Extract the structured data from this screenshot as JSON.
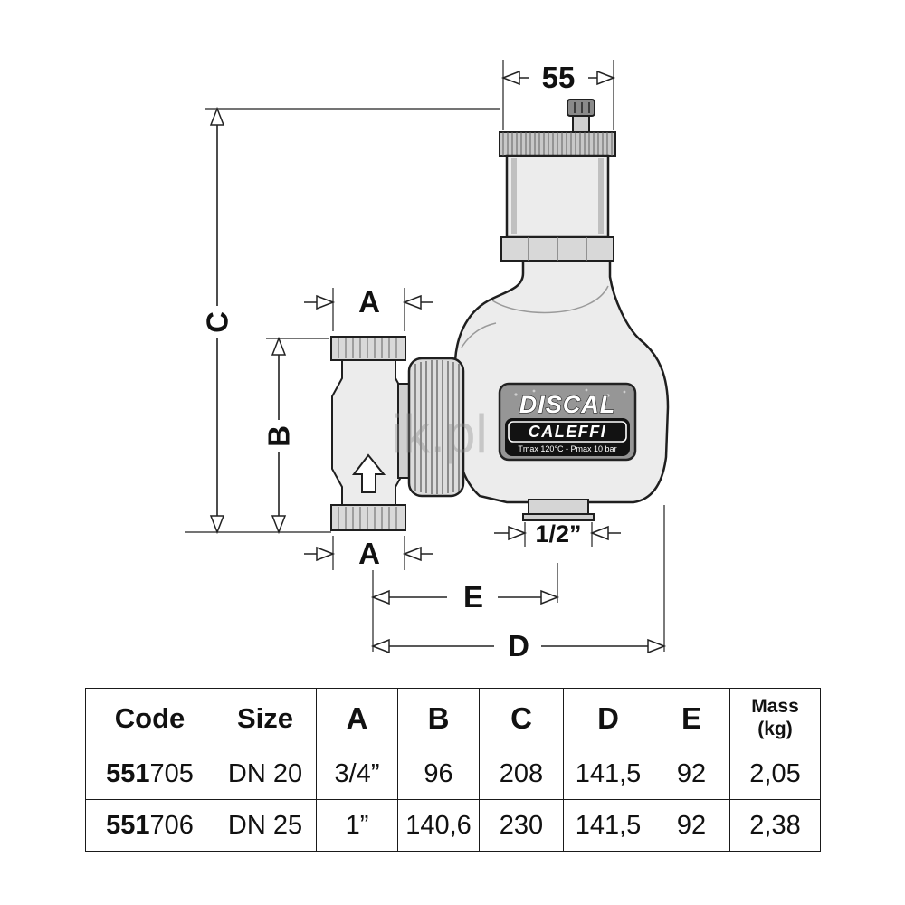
{
  "diagram": {
    "dims": {
      "width_top": "55",
      "a_top": "A",
      "a_bottom": "A",
      "b": "B",
      "c": "C",
      "d": "D",
      "e": "E",
      "drain": "1/2”"
    },
    "labels": {
      "product": "DISCAL",
      "brand": "CALEFFI",
      "rating": "Tmax 120°C - Pmax 10 bar"
    },
    "watermark": "ik.pl"
  },
  "table": {
    "headers": {
      "code": "Code",
      "size": "Size",
      "a": "A",
      "b": "B",
      "c": "C",
      "d": "D",
      "e": "E",
      "mass_line1": "Mass",
      "mass_line2": "(kg)"
    },
    "rows": [
      {
        "code_prefix": "551",
        "code_suffix": "705",
        "size": "DN 20",
        "a": "3/4”",
        "b": "96",
        "c": "208",
        "d": "141,5",
        "e": "92",
        "mass": "2,05"
      },
      {
        "code_prefix": "551",
        "code_suffix": "706",
        "size": "DN 25",
        "a": "1”",
        "b": "140,6",
        "c": "230",
        "d": "141,5",
        "e": "92",
        "mass": "2,38"
      }
    ]
  }
}
